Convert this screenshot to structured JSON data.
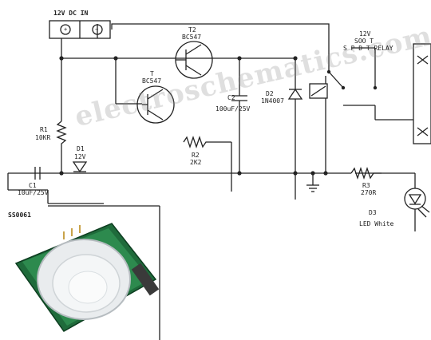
{
  "power_label": "12V DC IN",
  "terminal_plus": "+",
  "terminal_minus": "−",
  "t2": {
    "ref": "T2",
    "part": "BC547"
  },
  "t1": {
    "ref": "T",
    "part": "BC547"
  },
  "relay": {
    "line1": "12V",
    "line2": "SOO T",
    "line3": "S P D T RELAY"
  },
  "c2": {
    "ref": "C2",
    "part": "100uF/25V"
  },
  "d2": {
    "ref": "D2",
    "part": "1N4007"
  },
  "r1": {
    "ref": "R1",
    "part": "10KR"
  },
  "d1": {
    "ref": "D1",
    "part": "12V"
  },
  "r2": {
    "ref": "R2",
    "part": "2K2"
  },
  "c1": {
    "ref": "C1",
    "part": "10uF/25V"
  },
  "r3": {
    "ref": "R3",
    "part": "270R"
  },
  "d3": {
    "ref": "D3",
    "part": "LED White"
  },
  "sensor_label": "SS0061",
  "watermark": "electroschematics.com"
}
